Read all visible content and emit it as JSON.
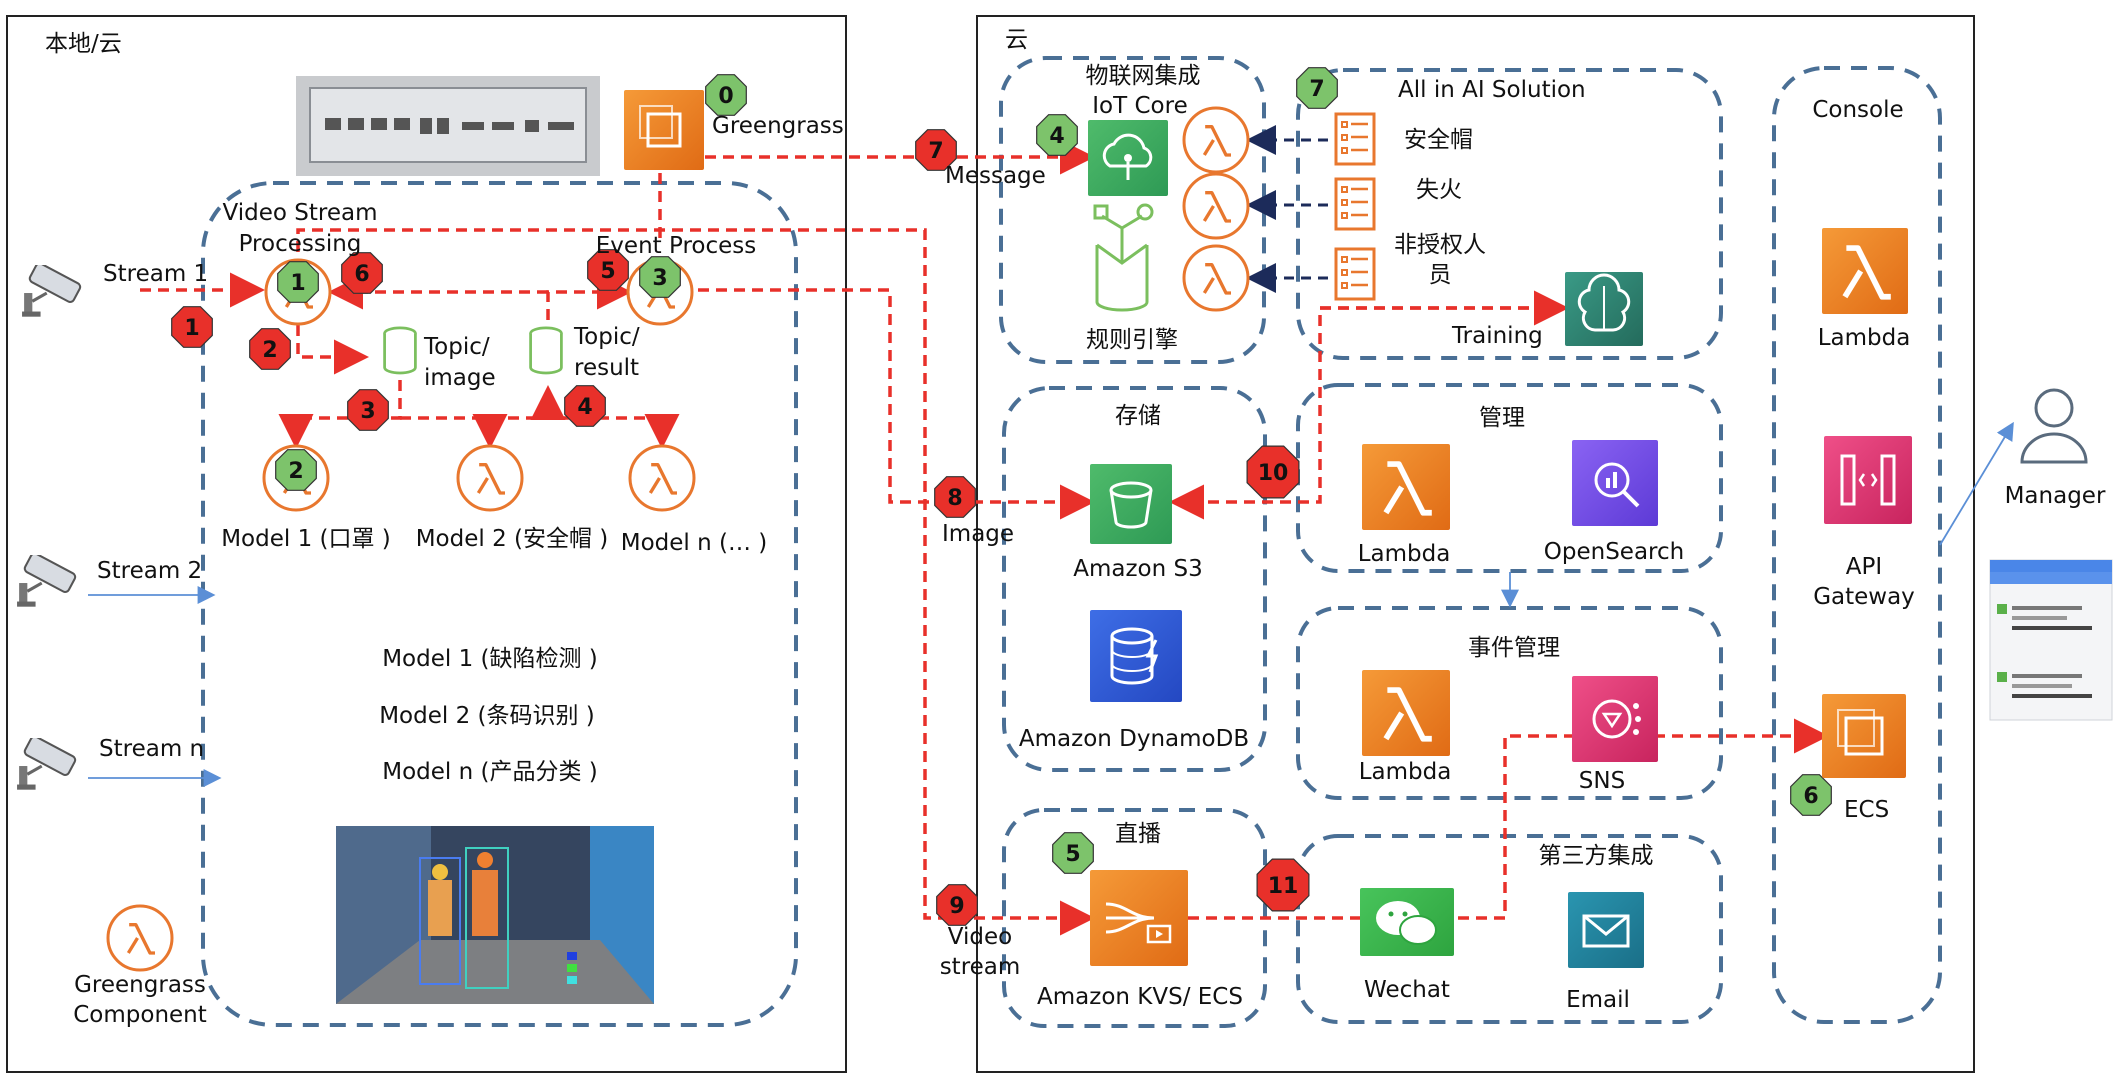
{
  "regions": {
    "local_title": "本地/云",
    "cloud_title": "云"
  },
  "local": {
    "greengrass": "Greengrass",
    "video_stream_processing": "Video Stream Processing",
    "event_process": "Event Process",
    "topic_image": "Topic/ image",
    "topic_result": "Topic/ result",
    "stream1": "Stream 1",
    "stream2": "Stream 2",
    "streamn": "Stream n",
    "model1": "Model 1 (口罩 )",
    "model2": "Model 2 (安全帽 )",
    "modeln": "Model n (… )",
    "models_list": [
      "Model 1 (缺陷检测 )",
      "Model 2 (条码识别 )",
      "Model n (产品分类 )"
    ],
    "component": "Greengrass Component"
  },
  "iot": {
    "title": "物联网集成",
    "core": "IoT Core",
    "rules": "规则引擎"
  },
  "ai": {
    "title": "All in AI Solution",
    "items": [
      "安全帽",
      "失火",
      "非授权人员"
    ],
    "training": "Training"
  },
  "storage": {
    "title": "存储",
    "s3": "Amazon S3",
    "dynamodb": "Amazon DynamoDB"
  },
  "mgmt": {
    "title": "管理",
    "lambda": "Lambda",
    "opensearch": "OpenSearch"
  },
  "event_mgmt": {
    "title": "事件管理",
    "lambda": "Lambda",
    "sns": "SNS"
  },
  "live": {
    "title": "直播",
    "kvs": "Amazon KVS/ ECS"
  },
  "thirdparty": {
    "title": "第三方集成",
    "wechat": "Wechat",
    "email": "Email"
  },
  "console": {
    "title": "Console",
    "lambda": "Lambda",
    "api": "API Gateway",
    "ecs": "ECS"
  },
  "manager": "Manager",
  "flow_labels": {
    "message": "Message",
    "image": "Image",
    "video_stream": "Video stream"
  },
  "red_steps": [
    "1",
    "2",
    "3",
    "4",
    "5",
    "6",
    "1",
    "7",
    "8",
    "9",
    "10",
    "11"
  ],
  "green_steps": [
    "0",
    "1",
    "2",
    "3",
    "4",
    "5",
    "6",
    "7"
  ],
  "colors": {
    "red_flow": "#e8302a",
    "dashed_group": "#4a6f95",
    "green_badge": "#7dc36b",
    "lambda_orange": "#e8772e",
    "navy_arrow": "#1c2b5a"
  }
}
